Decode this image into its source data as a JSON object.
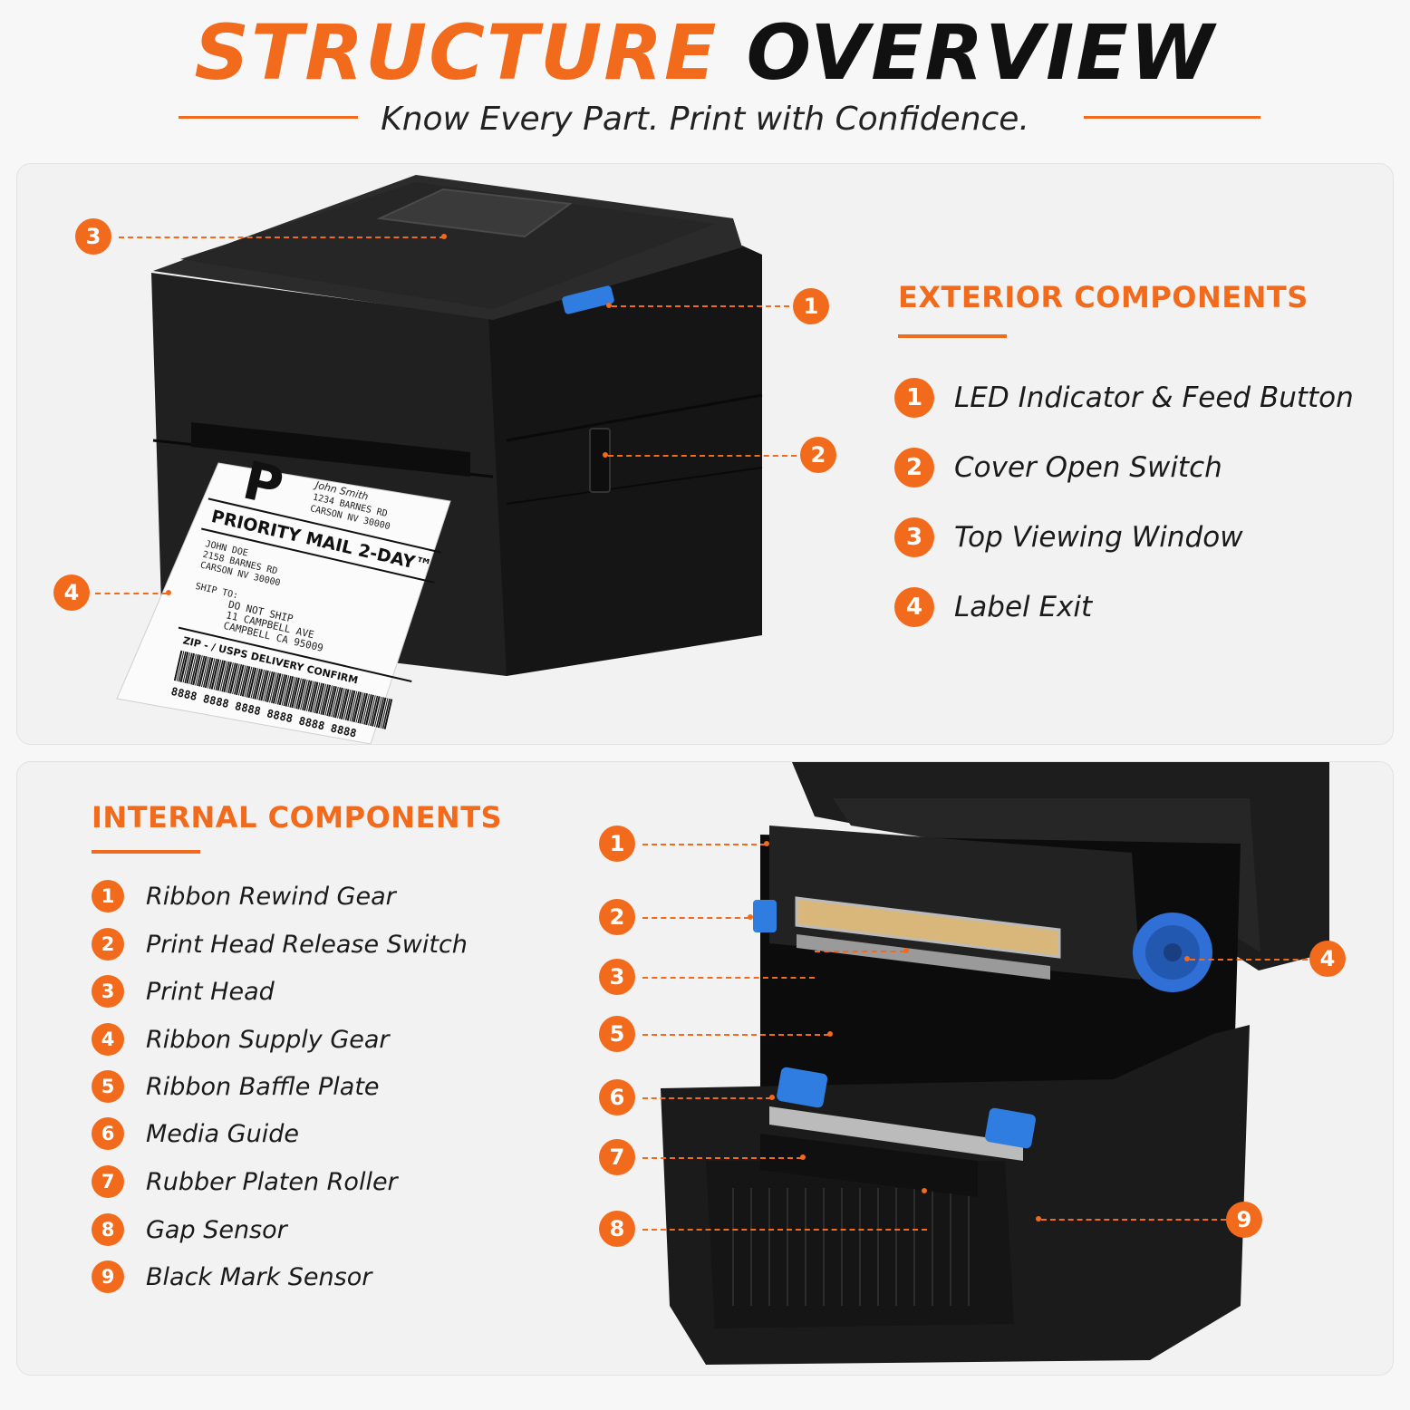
{
  "header": {
    "title_part1": "STRUCTURE",
    "title_part2": "OVERVIEW",
    "subtitle": "Know Every Part. Print with Confidence."
  },
  "exterior": {
    "heading": "EXTERIOR COMPONENTS",
    "items": [
      {
        "num": "1",
        "label": "LED Indicator & Feed Button"
      },
      {
        "num": "2",
        "label": "Cover Open Switch"
      },
      {
        "num": "3",
        "label": "Top Viewing Window"
      },
      {
        "num": "4",
        "label": "Label Exit"
      }
    ]
  },
  "internal": {
    "heading": "INTERNAL COMPONENTS",
    "items": [
      {
        "num": "1",
        "label": "Ribbon Rewind Gear"
      },
      {
        "num": "2",
        "label": "Print Head Release Switch"
      },
      {
        "num": "3",
        "label": "Print Head"
      },
      {
        "num": "4",
        "label": "Ribbon Supply Gear"
      },
      {
        "num": "5",
        "label": "Ribbon Baffle Plate"
      },
      {
        "num": "6",
        "label": "Media Guide"
      },
      {
        "num": "7",
        "label": "Rubber Platen Roller"
      },
      {
        "num": "8",
        "label": "Gap Sensor"
      },
      {
        "num": "9",
        "label": "Black Mark Sensor"
      }
    ]
  },
  "label_printout": {
    "big_letter": "P",
    "sender_line1": "John Smith",
    "sender_line2": "1234 BARNES RD",
    "sender_line3": "CARSON NV 30000",
    "service": "PRIORITY MAIL 2-DAY™",
    "from_line1": "JOHN DOE",
    "from_line2": "2158 BARNES RD",
    "from_line3": "CARSON NV 30000",
    "ship_to_label": "SHIP TO:",
    "to_line1": "DO NOT SHIP",
    "to_line2": "11 CAMPBELL AVE",
    "to_line3": "CAMPBELL CA 95009",
    "confirm": "ZIP - / USPS DELIVERY CONFIRM",
    "barcode_digits": "8888 8888 8888 8888 8888 8888"
  },
  "colors": {
    "accent": "#f26a1b",
    "text_dark": "#111111",
    "printer_body": "#1c1c1c",
    "button_blue": "#2f7de1"
  }
}
